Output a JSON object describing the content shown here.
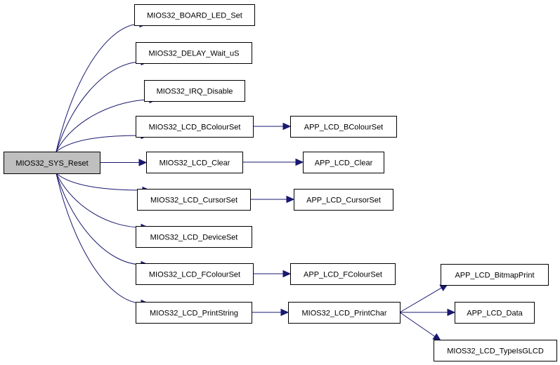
{
  "diagram": {
    "nodes": {
      "root": "MIOS32_SYS_Reset",
      "board_led_set": "MIOS32_BOARD_LED_Set",
      "delay_wait_us": "MIOS32_DELAY_Wait_uS",
      "irq_disable": "MIOS32_IRQ_Disable",
      "lcd_bcolourset": "MIOS32_LCD_BColourSet",
      "app_lcd_bcolourset": "APP_LCD_BColourSet",
      "lcd_clear": "MIOS32_LCD_Clear",
      "app_lcd_clear": "APP_LCD_Clear",
      "lcd_cursorset": "MIOS32_LCD_CursorSet",
      "app_lcd_cursorset": "APP_LCD_CursorSet",
      "lcd_deviceset": "MIOS32_LCD_DeviceSet",
      "lcd_fcolourset": "MIOS32_LCD_FColourSet",
      "app_lcd_fcolourset": "APP_LCD_FColourSet",
      "lcd_printstring": "MIOS32_LCD_PrintString",
      "lcd_printchar": "MIOS32_LCD_PrintChar",
      "app_lcd_bitmapprint": "APP_LCD_BitmapPrint",
      "app_lcd_data": "APP_LCD_Data",
      "lcd_typeisglcd": "MIOS32_LCD_TypeIsGLCD"
    },
    "edges": [
      [
        "root",
        "board_led_set"
      ],
      [
        "root",
        "delay_wait_us"
      ],
      [
        "root",
        "irq_disable"
      ],
      [
        "root",
        "lcd_bcolourset"
      ],
      [
        "root",
        "lcd_clear"
      ],
      [
        "root",
        "lcd_cursorset"
      ],
      [
        "root",
        "lcd_deviceset"
      ],
      [
        "root",
        "lcd_fcolourset"
      ],
      [
        "root",
        "lcd_printstring"
      ],
      [
        "lcd_bcolourset",
        "app_lcd_bcolourset"
      ],
      [
        "lcd_clear",
        "app_lcd_clear"
      ],
      [
        "lcd_cursorset",
        "app_lcd_cursorset"
      ],
      [
        "lcd_fcolourset",
        "app_lcd_fcolourset"
      ],
      [
        "lcd_printstring",
        "lcd_printchar"
      ],
      [
        "lcd_printchar",
        "app_lcd_bitmapprint"
      ],
      [
        "lcd_printchar",
        "app_lcd_data"
      ],
      [
        "lcd_printchar",
        "lcd_typeisglcd"
      ]
    ],
    "colors": {
      "edge": "#191970",
      "root_fill": "#bfbfbf",
      "node_fill": "#ffffff",
      "border": "#000000"
    }
  }
}
